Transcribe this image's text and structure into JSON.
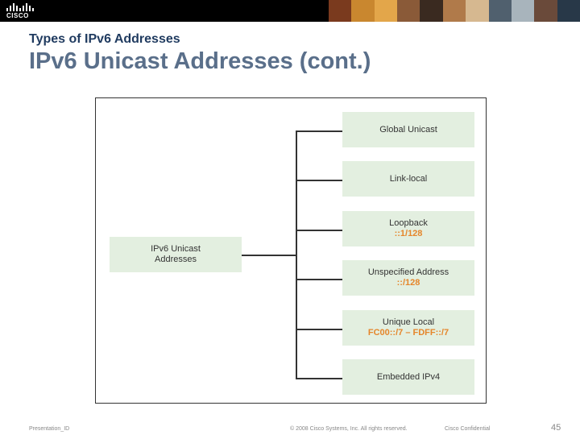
{
  "header": {
    "logo_text": "CISCO",
    "photo_colors": [
      "#7a3a1e",
      "#c9872f",
      "#e3a64a",
      "#8a5a38",
      "#3a2a20",
      "#b07a4a",
      "#d6b890",
      "#50606e",
      "#a8b4bc",
      "#6a4a3a",
      "#283848"
    ]
  },
  "slide": {
    "subtitle": "Types of IPv6 Addresses",
    "title": "IPv6 Unicast Addresses (cont.)"
  },
  "diagram": {
    "root": {
      "label_line1": "IPv6 Unicast",
      "label_line2": "Addresses"
    },
    "children": [
      {
        "label": "Global Unicast",
        "address": ""
      },
      {
        "label": "Link-local",
        "address": ""
      },
      {
        "label": "Loopback",
        "address": "::1/128"
      },
      {
        "label": "Unspecified Address",
        "address": "::/128"
      },
      {
        "label": "Unique Local",
        "address": "FC00::/7 – FDFF::/7"
      },
      {
        "label": "Embedded IPv4",
        "address": ""
      }
    ],
    "box_color": "#e3efe0",
    "address_color": "#e5862b"
  },
  "footer": {
    "left": "Presentation_ID",
    "center": "© 2008 Cisco Systems, Inc. All rights reserved.",
    "right": "Cisco Confidential",
    "page_number": "45"
  }
}
